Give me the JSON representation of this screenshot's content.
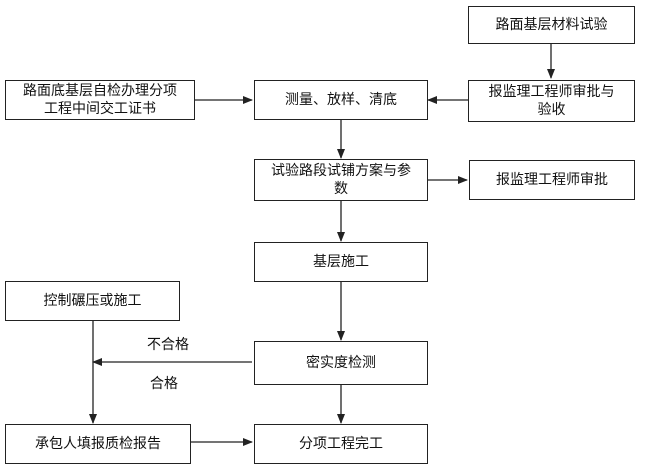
{
  "nodes": {
    "material_test": "路面基层材料试验",
    "subbase_cert": "路面底基层自检办理分项工程中间交工证书",
    "survey": "测量、放样、清底",
    "supervisor_approval_1": "报监理工程师审批与验收",
    "trial_section": "试验路段试铺方案与参数",
    "supervisor_approval_2": "报监理工程师审批",
    "base_construction": "基层施工",
    "control_compaction": "控制碾压或施工",
    "density_test": "密实度检测",
    "contractor_report": "承包人填报质检报告",
    "subproject_complete": "分项工程完工"
  },
  "edge_labels": {
    "fail": "不合格",
    "pass": "合格"
  }
}
